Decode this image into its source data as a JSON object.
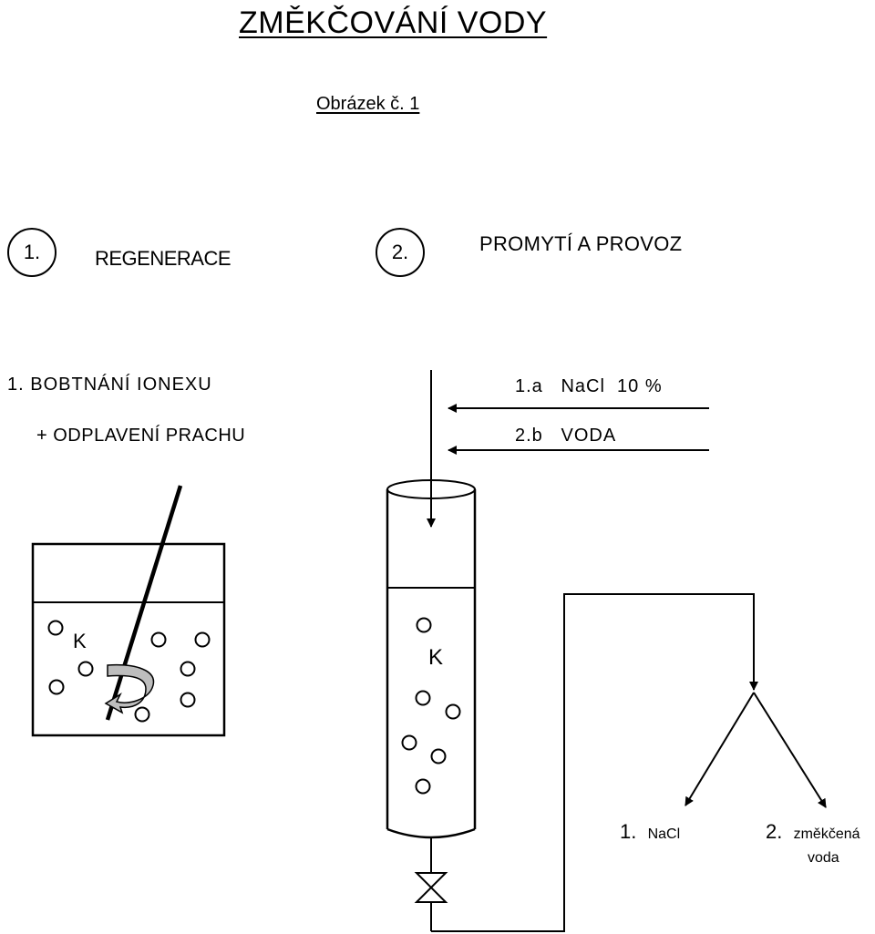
{
  "header": {
    "title": "ZMĚKČOVÁNÍ VODY",
    "figure_label": "Obrázek č. 1"
  },
  "steps": [
    {
      "number": "1.",
      "label": "REGENERACE"
    },
    {
      "number": "2.",
      "label": "PROMYTÍ A PROVOZ"
    }
  ],
  "left_panel": {
    "heading": "1. BOBTNÁNÍ IONEXU",
    "subheading": "+ ODPLAVENÍ PRACHU",
    "resin_label": "K"
  },
  "column": {
    "inflow_a": "1.a   NaCl  10 %",
    "inflow_b": "2.b   VODA",
    "resin_label": "K"
  },
  "outputs": {
    "out1_number": "1.",
    "out1_label": "NaCl",
    "out2_number": "2.",
    "out2_label_line1": "změkčená",
    "out2_label_line2": "voda"
  }
}
